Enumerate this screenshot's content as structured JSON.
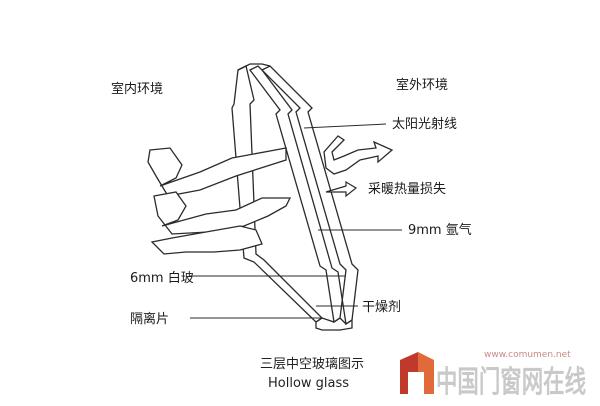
{
  "labels": {
    "indoor": "室内环境",
    "outdoor": "室外环境",
    "sunlight": "太阳光射线",
    "heating_loss": "采暖热量损失",
    "argon": "9mm 氩气",
    "white_glass": "6mm 白玻",
    "desiccant": "干燥剂",
    "spacer": "隔离片"
  },
  "caption": {
    "cn": "三层中空玻璃图示",
    "en": "Hollow glass"
  },
  "watermark": {
    "url": "www.comumen.net",
    "brand": "中国门窗网在线"
  },
  "colors": {
    "line": "#2b2b2b",
    "arrow_fill": "#ffffff",
    "watermark_logo": "#c0392b"
  }
}
